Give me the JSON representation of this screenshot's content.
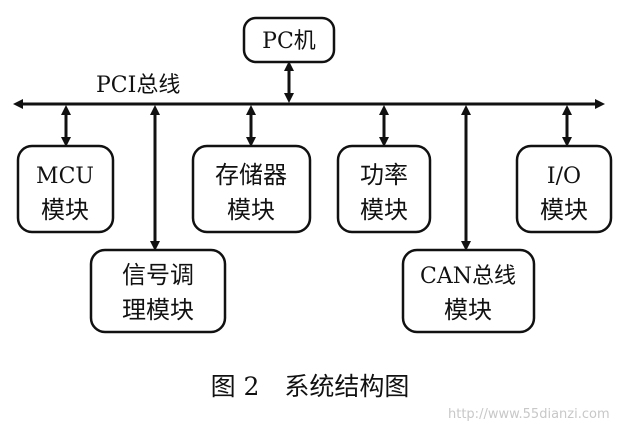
{
  "diagram": {
    "pc": "PC机",
    "bus_label": "PCI总线",
    "modules": {
      "mcu": [
        "MCU",
        "模块"
      ],
      "signal": [
        "信号调",
        "理模块"
      ],
      "memory": [
        "存储器",
        "模块"
      ],
      "power": [
        "功率",
        "模块"
      ],
      "can": [
        "CAN总线",
        "模块"
      ],
      "io": [
        "I/O",
        "模块"
      ]
    }
  },
  "caption": "图 2　系统结构图",
  "watermark": "http://www.55dianzi.com"
}
